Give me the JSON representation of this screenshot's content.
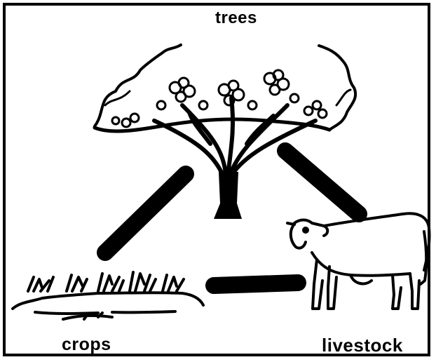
{
  "labels": {
    "trees": "trees",
    "crops": "crops",
    "livestock": "livestock"
  },
  "colors": {
    "ink": "#000000",
    "paper": "#ffffff"
  },
  "icons": {
    "tree": "acacia-tree-icon",
    "crops": "crop-plants-icon",
    "livestock": "cow-icon"
  }
}
